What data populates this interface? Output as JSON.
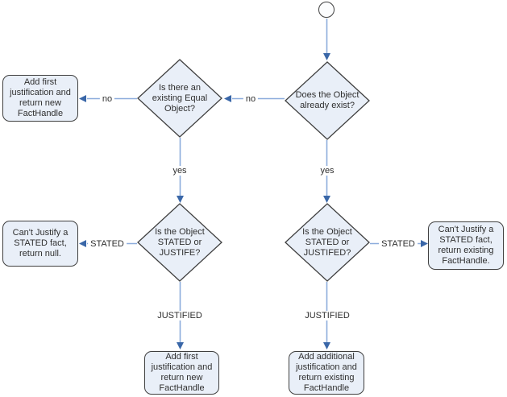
{
  "colors": {
    "background": "#ffffff",
    "node_fill": "#e9eff8",
    "node_border": "#3f3f3f",
    "start_fill": "#fcfdfe",
    "edge_line": "#8cacdc",
    "edge_arrow": "#3a67a8",
    "text": "#2f2f2f"
  },
  "nodes": {
    "exists": {
      "label": "Does the Object\nalready exist?"
    },
    "equal": {
      "label": "Is there an\nexisting Equal\nObject?"
    },
    "add_first_top": {
      "label": "Add first\njustification and\nreturn new\nFactHandle"
    },
    "stated_left": {
      "label": "Is the Object\nSTATED or\nJUSTIFE?"
    },
    "stated_right": {
      "label": "Is the Object\nSTATED or\nJUSTIFED?"
    },
    "cant_null": {
      "label": "Can't Justify a\nSTATED fact,\nreturn null."
    },
    "cant_existing": {
      "label": "Can't Justify a\nSTATED fact,\nreturn existing\nFactHandle."
    },
    "add_first_bottom": {
      "label": "Add first\njustification and\nreturn new\nFactHandle"
    },
    "add_additional": {
      "label": "Add additional\njustification and\nreturn existing\nFactHandle"
    }
  },
  "edge_labels": {
    "no_1": "no",
    "no_2": "no",
    "yes_1": "yes",
    "yes_2": "yes",
    "stated_1": "STATED",
    "stated_2": "STATED",
    "justified_1": "JUSTIFIED",
    "justified_2": "JUSTIFIED"
  }
}
